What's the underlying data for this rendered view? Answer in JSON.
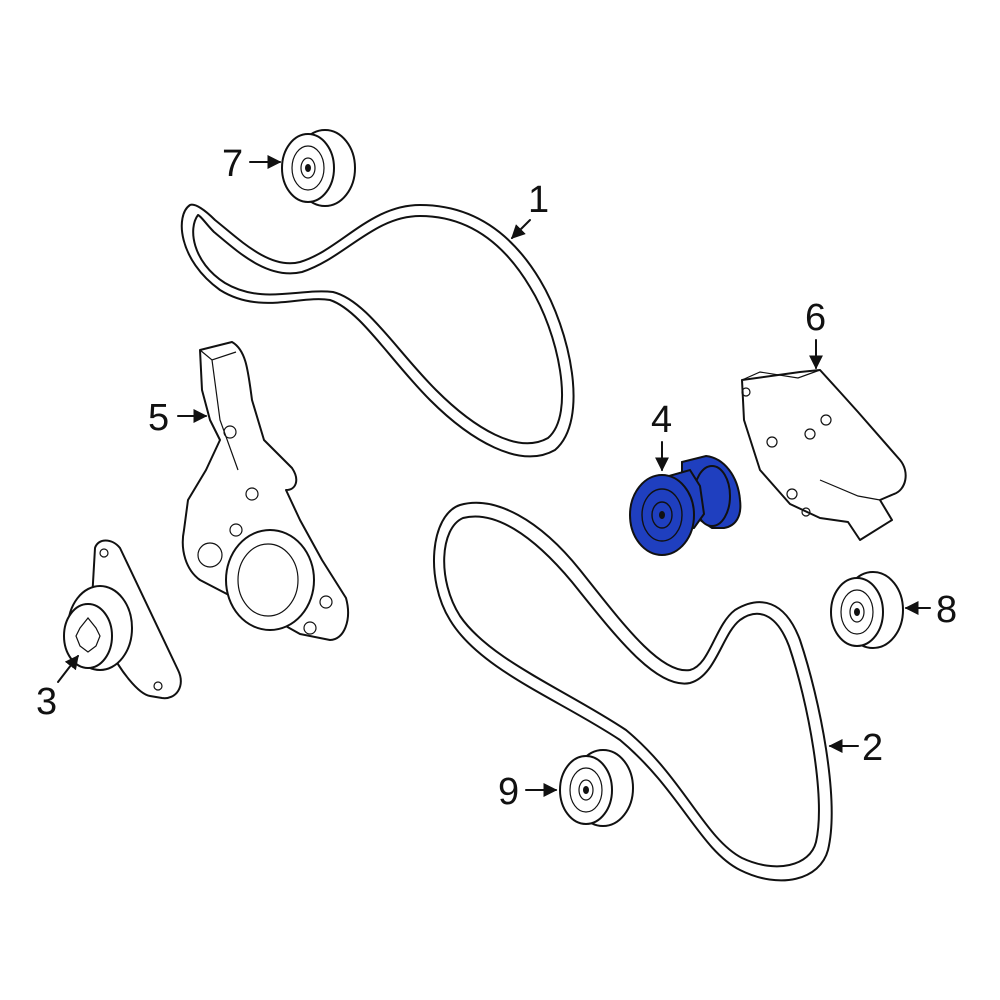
{
  "highlight_color": "#1f3fbf",
  "line_color": "#111111",
  "callouts": {
    "c1": "1",
    "c2": "2",
    "c3": "3",
    "c4": "4",
    "c5": "5",
    "c6": "6",
    "c7": "7",
    "c8": "8",
    "c9": "9"
  },
  "parts": {
    "c1": "serpentine-belt-upper",
    "c2": "serpentine-belt-lower",
    "c3": "pulley-bracket",
    "c4": "belt-tensioner",
    "c5": "mounting-bracket",
    "c6": "tensioner-bracket",
    "c7": "idler-pulley-upper",
    "c8": "idler-pulley-right",
    "c9": "idler-pulley-lower"
  }
}
